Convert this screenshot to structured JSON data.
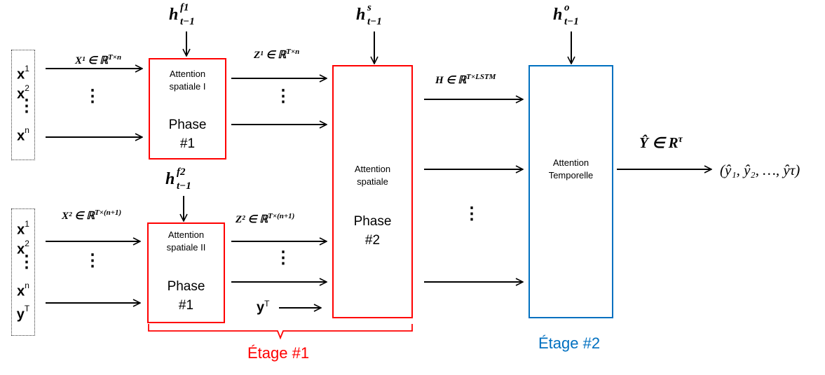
{
  "diagram": {
    "input_group_1": {
      "items": [
        "x",
        "x",
        "x"
      ],
      "sups": [
        "1",
        "2",
        "n"
      ]
    },
    "input_group_2": {
      "items": [
        "x",
        "x",
        "x",
        "y"
      ],
      "sups": [
        "1",
        "2",
        "n",
        "T"
      ]
    },
    "vertical_ellipsis": "⋮",
    "labels": {
      "x1": "X¹ ∈ ℝ",
      "x1_sup": "T×n",
      "x2": "X² ∈ ℝ",
      "x2_sup": "T×(n+1)",
      "z1": "Z¹ ∈ ℝ",
      "z1_sup": "T×n",
      "z2": "Z² ∈ ℝ",
      "z2_sup": "T×(n+1)",
      "h": "H ∈ ℝ",
      "h_sup": "T×LSTM",
      "y_hat": "Ŷ ∈ R",
      "y_hat_sup": "τ",
      "output_sequence": "(ŷ₁, ŷ₂, …, ŷτ)",
      "yT_main": "y",
      "yT_sup": "T"
    },
    "hidden_states": {
      "hf1": {
        "base": "h",
        "sup": "f1",
        "sub": "t−1"
      },
      "hf2": {
        "base": "h",
        "sup": "f2",
        "sub": "t−1"
      },
      "hs": {
        "base": "h",
        "sup": "s",
        "sub": "t−1"
      },
      "ho": {
        "base": "h",
        "sup": "o",
        "sub": "t−1"
      }
    },
    "boxes": {
      "spatial1": {
        "title": "Attention spatiale I",
        "phase": "Phase #1"
      },
      "spatial2": {
        "title": "Attention spatiale II",
        "phase": "Phase #1"
      },
      "spatial": {
        "title": "Attention spatiale",
        "phase": "Phase #2"
      },
      "temporal": {
        "title": "Attention Temporelle"
      }
    },
    "stages": {
      "stage1": "Étage #1",
      "stage2": "Étage #2"
    },
    "colors": {
      "stage1": "#ff0000",
      "stage2": "#0070c0",
      "arrows": "#000000"
    }
  }
}
